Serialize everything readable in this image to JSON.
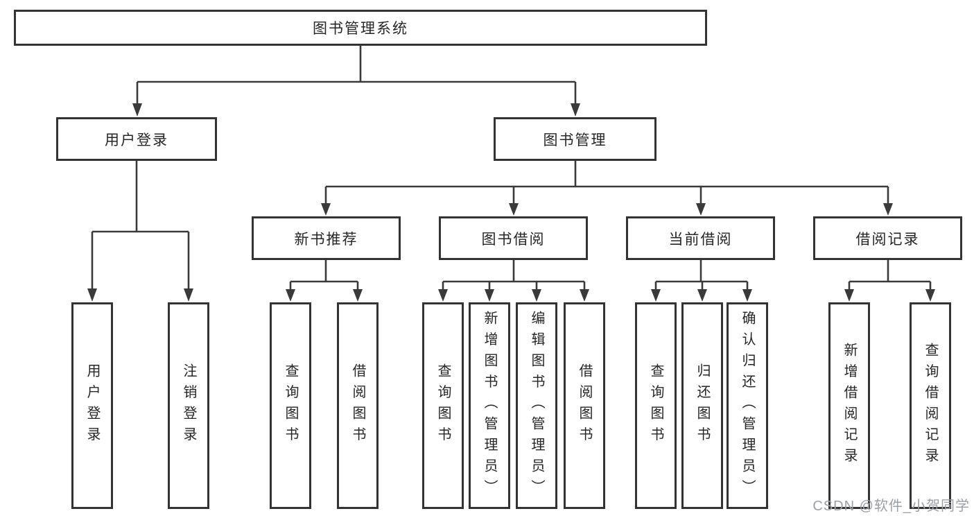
{
  "tree": {
    "root": {
      "label": "图书管理系统"
    },
    "level2": [
      {
        "label": "用户登录"
      },
      {
        "label": "图书管理"
      }
    ],
    "level3": [
      {
        "label": "新书推荐"
      },
      {
        "label": "图书借阅"
      },
      {
        "label": "当前借阅"
      },
      {
        "label": "借阅记录"
      }
    ],
    "leaves": {
      "user_login": [
        "用户登录",
        "注销登录"
      ],
      "new_books": [
        "查询图书",
        "借阅图书"
      ],
      "book_borrow": [
        "查询图书",
        "新增图书（管理员）",
        "编辑图书（管理员）",
        "借阅图书"
      ],
      "current_borrow": [
        "查询图书",
        "归还图书",
        "确认归还（管理员）"
      ],
      "borrow_records": [
        "新增借阅记录",
        "查询借阅记录"
      ]
    }
  },
  "watermark": "CSDN @软件_小贺同学",
  "colors": {
    "line": "#3a3a3a",
    "box_border": "#333333",
    "text": "#262626",
    "watermark": "#9aa0a6",
    "background": "#ffffff"
  }
}
